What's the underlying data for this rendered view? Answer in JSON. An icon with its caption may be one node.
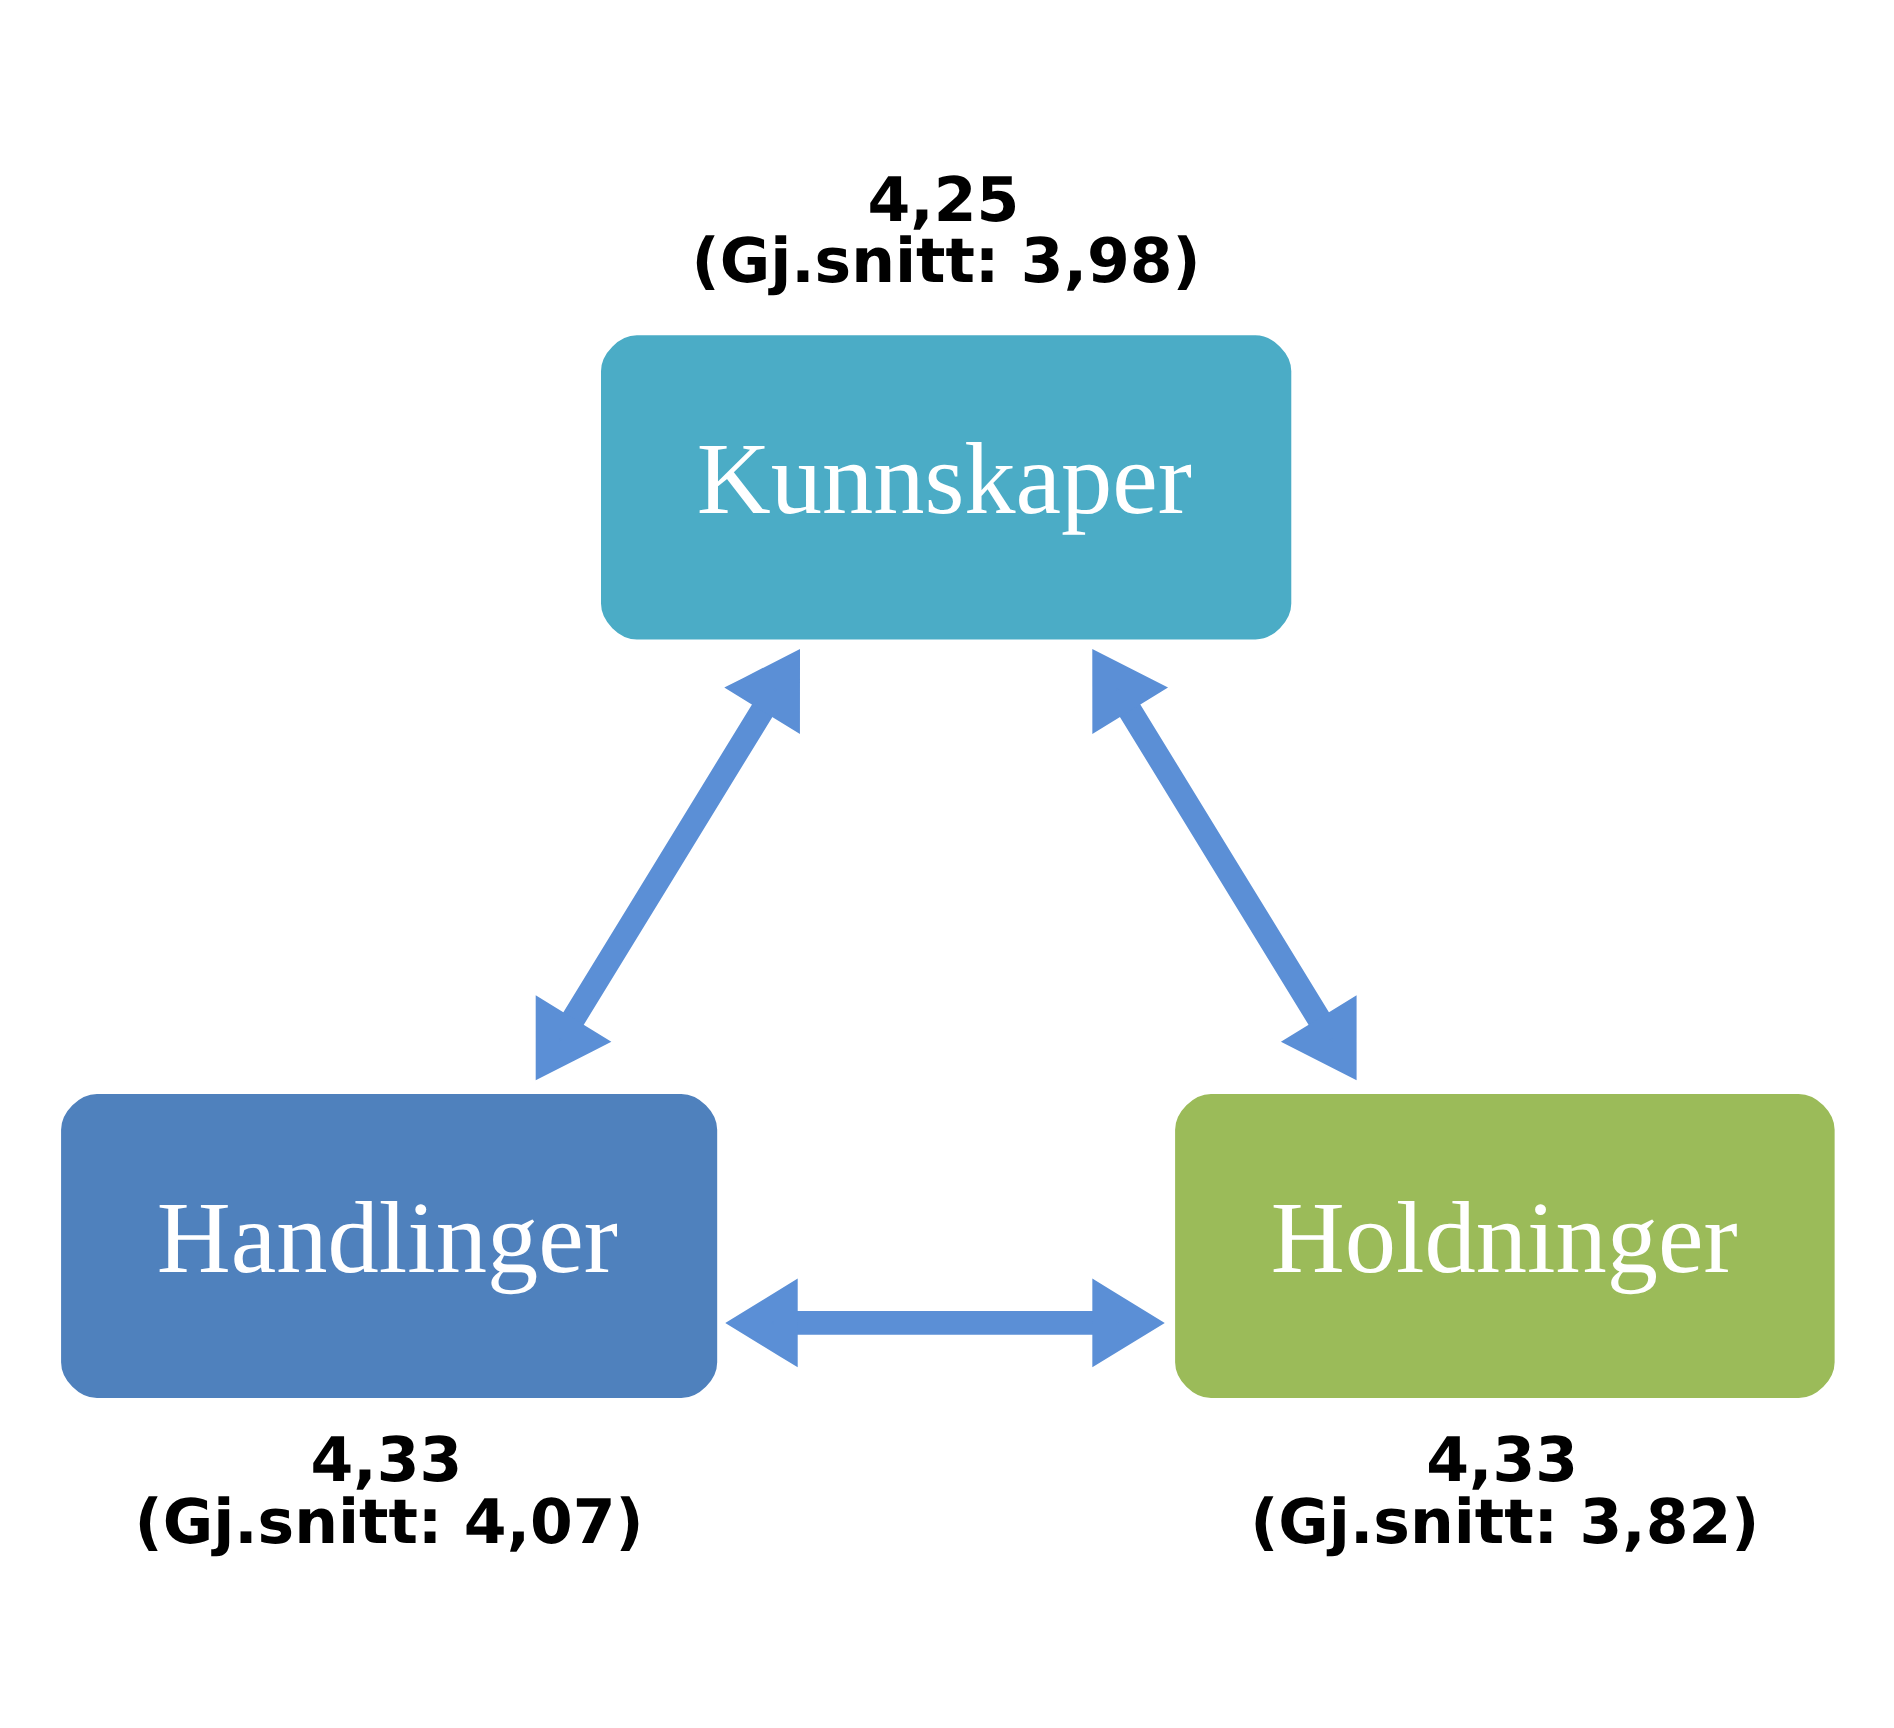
{
  "diagram": {
    "nodes": [
      {
        "text": [
          "Kunnskaper"
        ],
        "beside": [
          "4,25",
          "(Gj.snitt: 3,98)"
        ]
      },
      {
        "text": [
          "Handlinger"
        ],
        "beside": [
          "4,33",
          "(Gj.snitt: 4,07)"
        ]
      },
      {
        "text": [
          "Holdninger"
        ],
        "beside": [
          "4,33",
          "(Gj.snitt: 3,82)"
        ]
      }
    ],
    "edges": [
      {
        "from": 0,
        "to": 1,
        "arrow": "both"
      },
      {
        "from": 0,
        "to": 2,
        "arrow": "both"
      },
      {
        "from": 1,
        "to": 2,
        "arrow": "both"
      }
    ]
  }
}
